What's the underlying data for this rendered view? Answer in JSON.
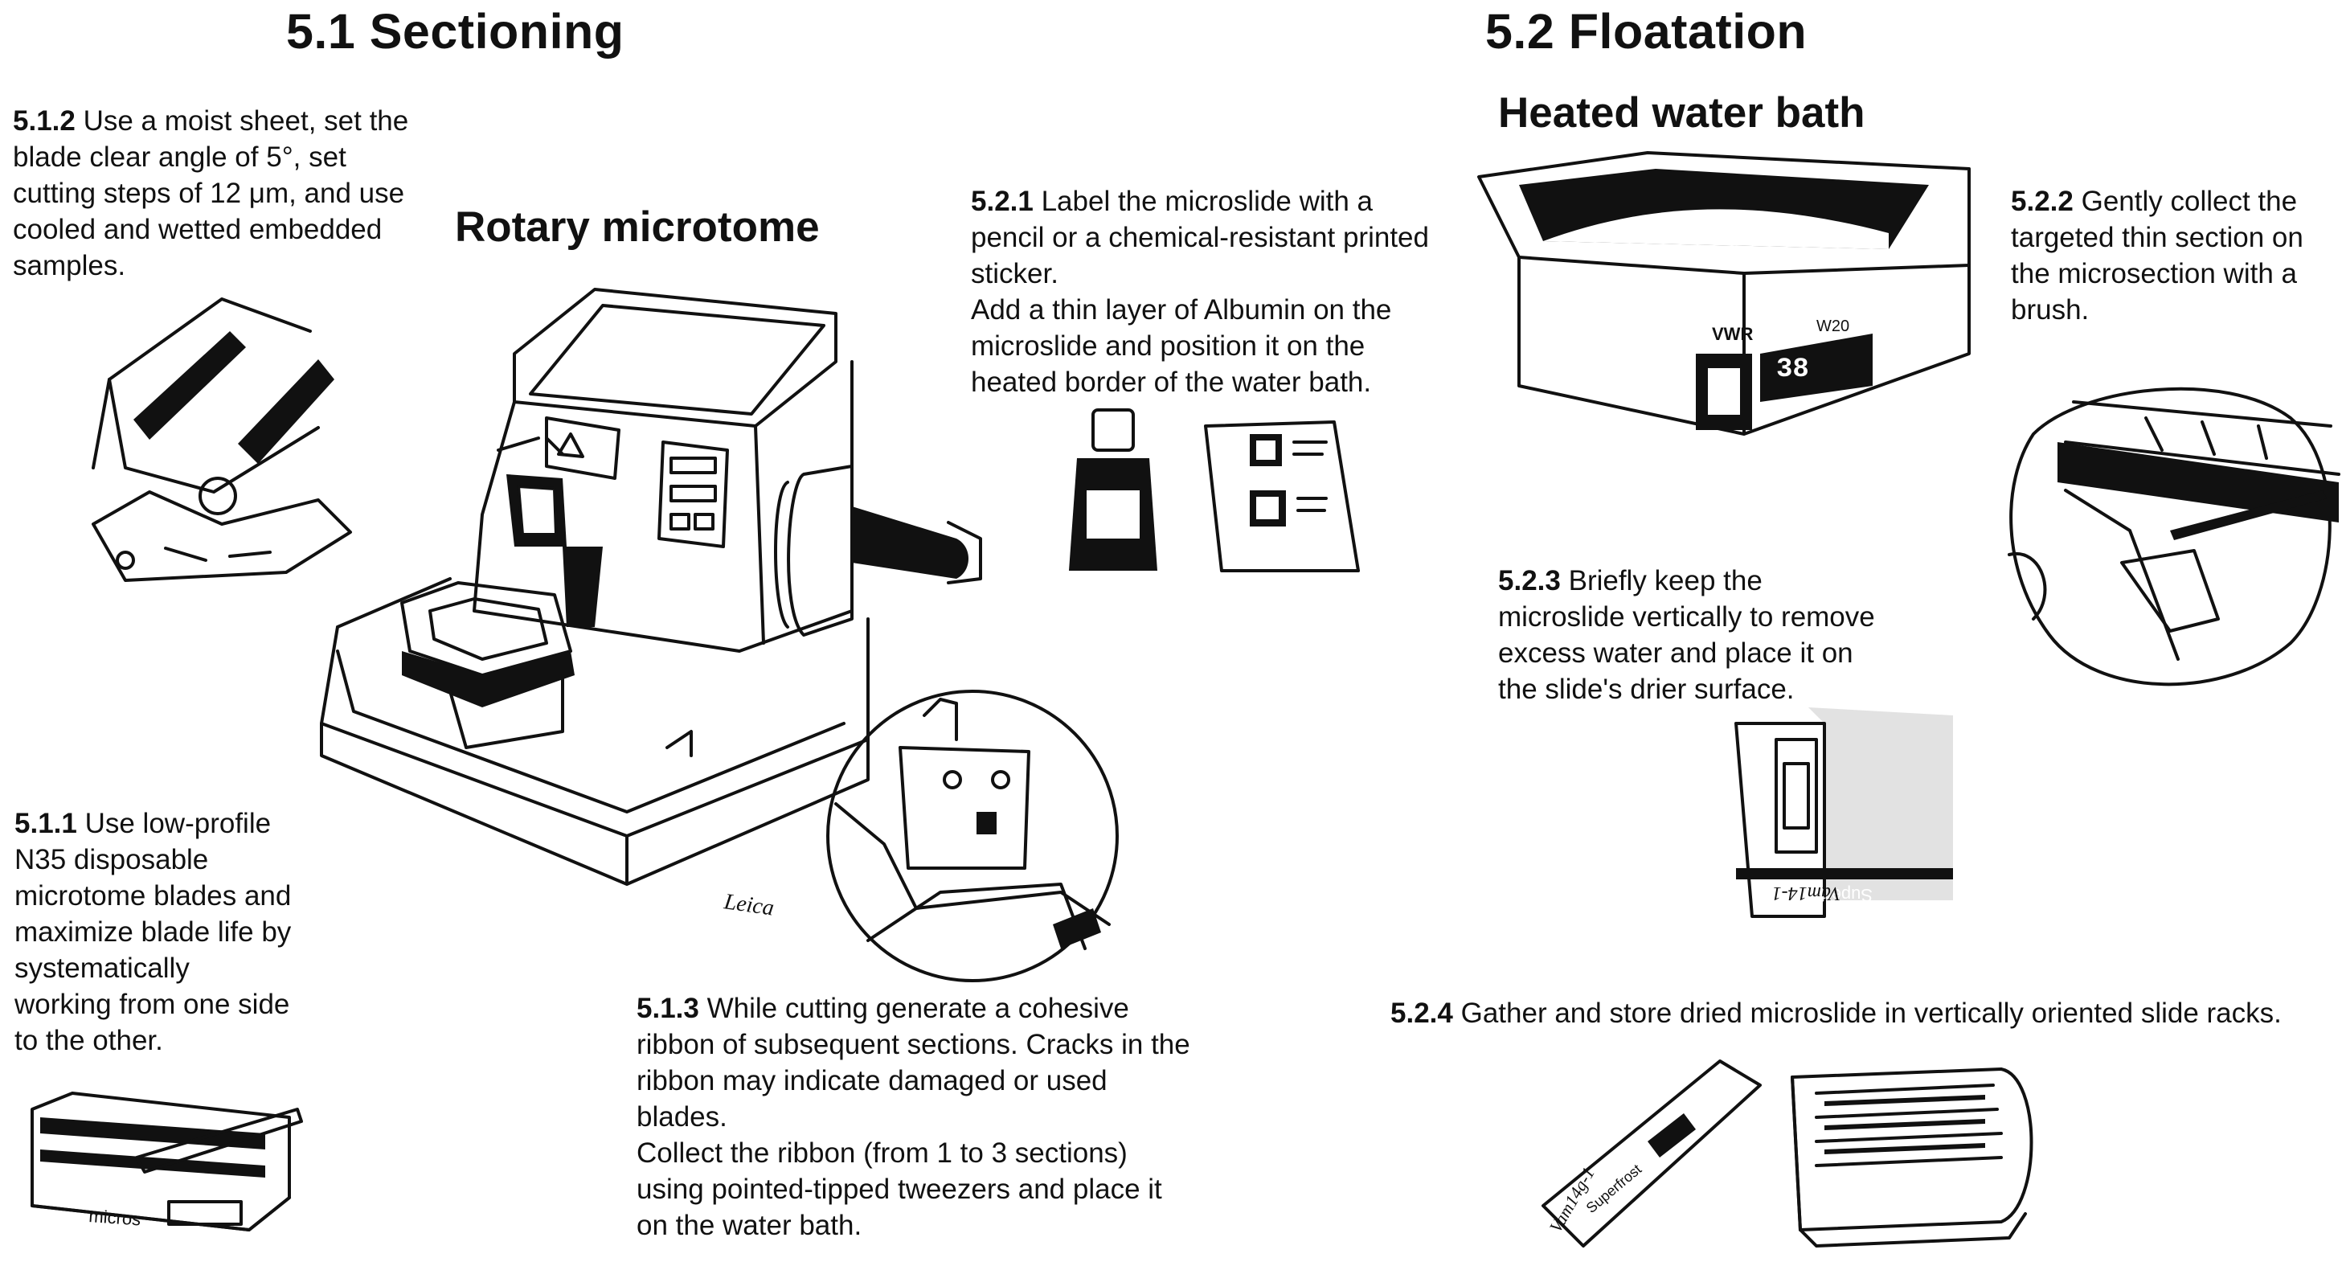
{
  "sections": {
    "sectioning": {
      "title": "5.1 Sectioning",
      "instrument": "Rotary microtome",
      "brand": "Leica"
    },
    "floatation": {
      "title": "5.2 Floatation",
      "instrument": "Heated water bath",
      "bath_brand": "VWR",
      "bath_model": "W20",
      "bath_display": "38"
    }
  },
  "steps": {
    "s512": {
      "num": "5.1.2",
      "lines": [
        "Use a moist sheet, set the",
        "blade clear angle of 5°, set",
        "cutting steps of 12 μm, and use",
        "cooled and wetted embedded",
        "samples."
      ]
    },
    "s511": {
      "num": "5.1.1",
      "lines": [
        "Use low-profile",
        "N35 disposable",
        "microtome blades and",
        "maximize blade life by",
        "systematically",
        "working from one side",
        "to the other."
      ]
    },
    "s513": {
      "num": "5.1.3",
      "lines": [
        "While cutting generate a cohesive",
        "ribbon of subsequent sections. Cracks in the",
        "ribbon may indicate damaged or used",
        "blades.",
        "Collect the ribbon (from 1 to 3 sections)",
        "using pointed-tipped tweezers and place it",
        "on the water bath."
      ]
    },
    "s521": {
      "num": "5.2.1",
      "lines": [
        "Label the microslide with a",
        "pencil or a chemical-resistant printed",
        "sticker.",
        "Add a thin layer of Albumin on the",
        "microslide and position it on the",
        "heated border of the water bath."
      ]
    },
    "s522": {
      "num": "5.2.2",
      "lines": [
        "Gently collect the",
        "targeted thin section on",
        "the microsection with a",
        "brush."
      ]
    },
    "s523": {
      "num": "5.2.3",
      "lines": [
        "Briefly keep the",
        "microslide vertically to remove",
        "excess water and place it on",
        "the slide's drier surface."
      ]
    },
    "s524": {
      "num": "5.2.4",
      "lines": [
        "Gather and store dried microslide in vertically oriented slide racks."
      ]
    }
  },
  "labels": {
    "blade_box_brand": "micros",
    "slide_label_523": "Superfrost",
    "slide_handwriting_523": "Vam14-1",
    "slide_label_524": "Superfrost",
    "slide_handwriting_524": "Vam14g-1"
  }
}
